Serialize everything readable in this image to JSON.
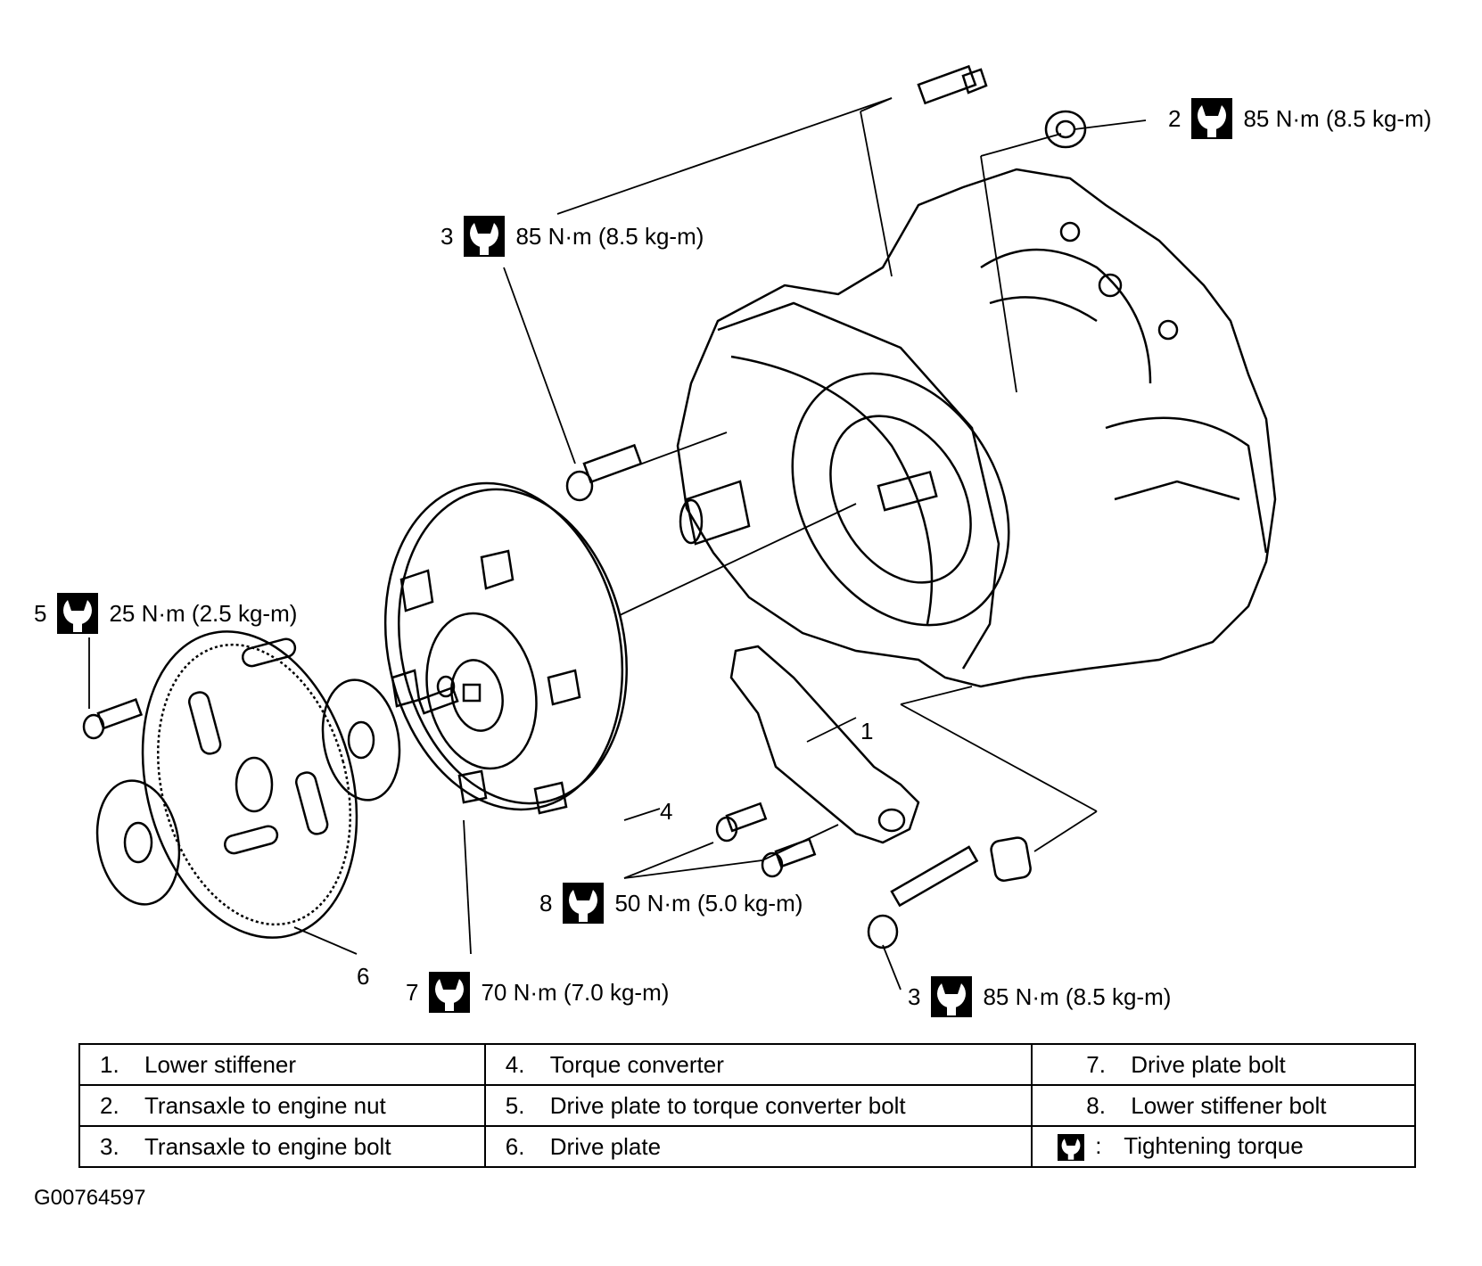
{
  "callouts": {
    "c2": {
      "num": "2",
      "torque": "85 N·m (8.5 kg-m)"
    },
    "c3a": {
      "num": "3",
      "torque": "85 N·m (8.5 kg-m)"
    },
    "c5": {
      "num": "5",
      "torque": "25 N·m (2.5 kg-m)"
    },
    "c8": {
      "num": "8",
      "torque": "50 N·m (5.0 kg-m)"
    },
    "c7": {
      "num": "7",
      "torque": "70 N·m (7.0 kg-m)"
    },
    "c3b": {
      "num": "3",
      "torque": "85 N·m (8.5 kg-m)"
    }
  },
  "labels": {
    "l1": "1",
    "l4": "4",
    "l6": "6"
  },
  "legend": {
    "rows": [
      [
        {
          "idx": "1.",
          "text": "Lower stiffener"
        },
        {
          "idx": "4.",
          "text": "Torque converter"
        },
        {
          "idx": "7.",
          "text": "Drive plate bolt"
        }
      ],
      [
        {
          "idx": "2.",
          "text": "Transaxle to engine nut"
        },
        {
          "idx": "5.",
          "text": "Drive plate to torque converter bolt"
        },
        {
          "idx": "8.",
          "text": "Lower stiffener bolt"
        }
      ],
      [
        {
          "idx": "3.",
          "text": "Transaxle to engine bolt"
        },
        {
          "idx": "6.",
          "text": "Drive plate"
        },
        {
          "idx": ":",
          "text": "Tightening torque"
        }
      ]
    ]
  },
  "figure_id": "G00764597",
  "icon_name": "torque-wrench-icon"
}
